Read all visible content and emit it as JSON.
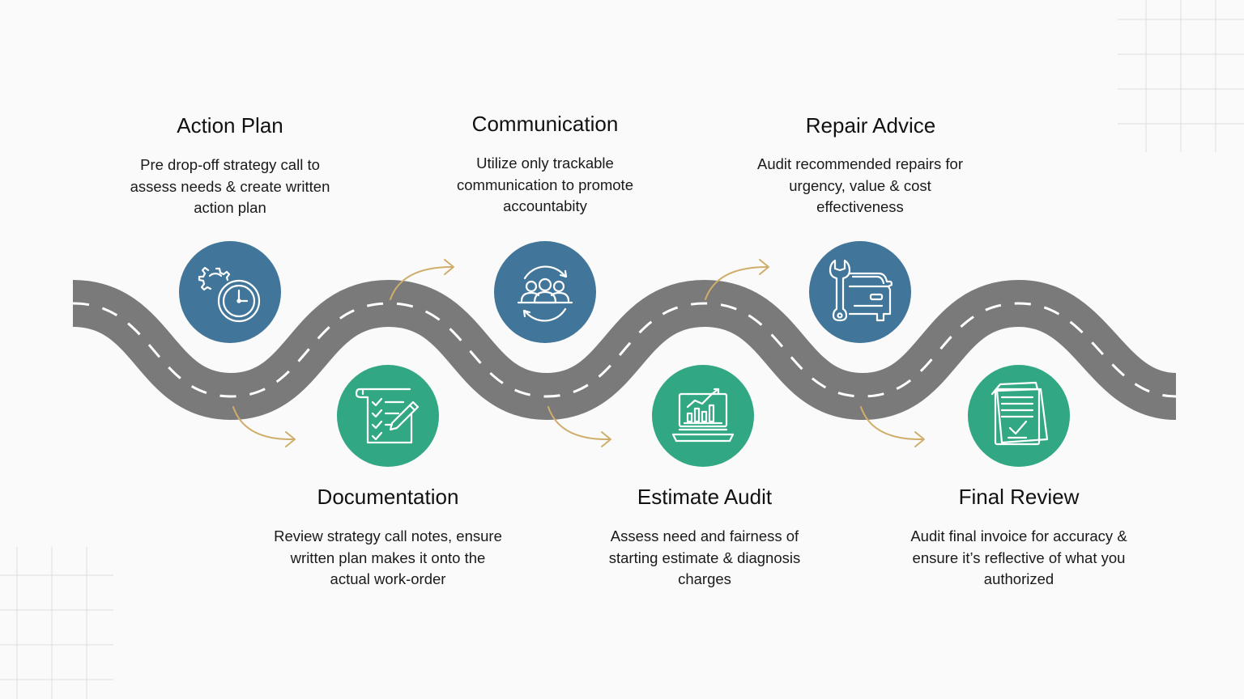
{
  "colors": {
    "background": "#fafafa",
    "road": "#7a7a7a",
    "road_dash": "#ffffff",
    "arrow": "#cfae6b",
    "blue_circle": "#41769a",
    "green_circle": "#31a883",
    "grid_line": "#dedede"
  },
  "steps": [
    {
      "title": "Action Plan",
      "desc": [
        "Pre drop-off strategy call to",
        "assess needs & create written",
        "action plan"
      ],
      "icon": "gear-clock-icon"
    },
    {
      "title": "Documentation",
      "desc": [
        "Review strategy call notes, ensure",
        "written plan makes it onto the",
        "actual work-order"
      ],
      "icon": "checklist-pencil-icon"
    },
    {
      "title": "Communication",
      "desc": [
        "Utilize only trackable",
        "communication to promote",
        "accountabity"
      ],
      "icon": "team-cycle-icon"
    },
    {
      "title": "Estimate Audit",
      "desc": [
        "Assess need and fairness of",
        "starting estimate & diagnosis",
        "charges"
      ],
      "icon": "laptop-chart-icon"
    },
    {
      "title": "Repair Advice",
      "desc": [
        "Audit recommended repairs for",
        "urgency, value & cost",
        "effectiveness"
      ],
      "icon": "wrench-car-icon"
    },
    {
      "title": "Final Review",
      "desc": [
        "Audit final invoice for accuracy &",
        "ensure it’s reflective of what you",
        "authorized"
      ],
      "icon": "document-check-icon"
    }
  ]
}
